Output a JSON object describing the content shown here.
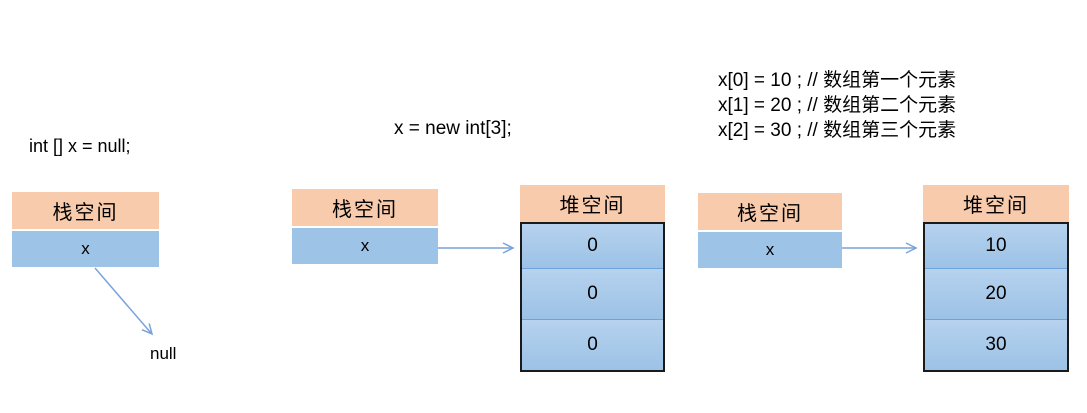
{
  "panels": [
    {
      "code": "int [] x = null;",
      "stack": {
        "header": "栈空间",
        "cells": [
          "x"
        ]
      },
      "null_label": "null"
    },
    {
      "code": "x = new int[3];",
      "stack": {
        "header": "栈空间",
        "cells": [
          "x"
        ]
      },
      "heap": {
        "header": "堆空间",
        "cells": [
          "0",
          "0",
          "0"
        ]
      }
    },
    {
      "code_lines": [
        "x[0] = 10 ; // 数组第一个元素",
        "x[1] = 20 ; // 数组第二个元素",
        "x[2] = 30 ; // 数组第三个元素"
      ],
      "stack": {
        "header": "栈空间",
        "cells": [
          "x"
        ]
      },
      "heap": {
        "header": "堆空间",
        "cells": [
          "10",
          "20",
          "30"
        ]
      }
    }
  ],
  "colors": {
    "header_fill": "#f8cbad",
    "stack_cell_fill": "#9dc3e6",
    "heap_cell_top": "#b6d2ee",
    "heap_cell_bottom": "#9cc2e6",
    "heap_border": "#1a1a1a",
    "cell_divider": "#6fa3db",
    "arrow": "#7aa4d9",
    "text": "#000000"
  }
}
